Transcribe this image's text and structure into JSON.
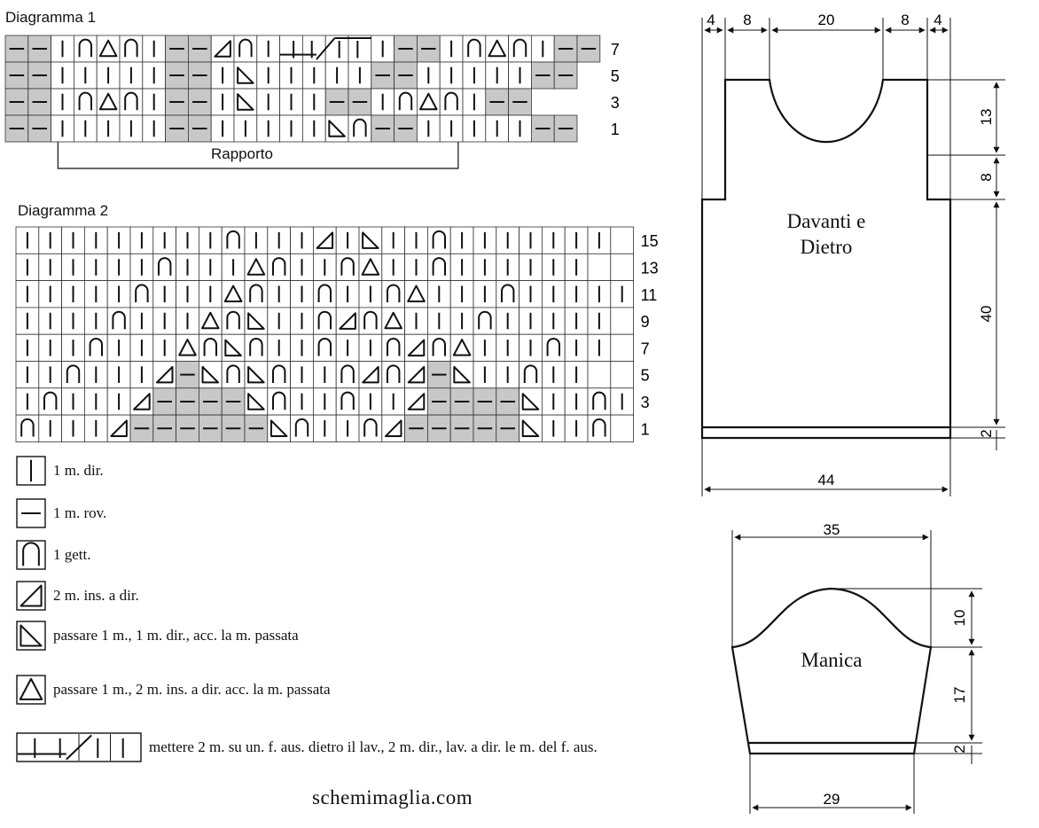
{
  "diagram1": {
    "title": "Diagramma 1",
    "repeat_label": "Rapporto",
    "row_numbers": [
      "7",
      "5",
      "3",
      "1"
    ],
    "rows": [
      "pp|ydy|pp/y|CCCC|pp|ydy|pp",
      "pp|||||pp|\\|||||pp|||||pp",
      "pp|ydy|pp|\\|||pp|ydy|pp",
      "pp|||||pp|||||\\ypp|||||pp"
    ]
  },
  "diagram2": {
    "title": "Diagramma 2",
    "row_numbers": [
      "15",
      "13",
      "11",
      "9",
      "7",
      "5",
      "3",
      "1"
    ],
    "rows": [
      "|||||||||y|||/|\\||y|||||||",
      "||||||y|||dy||yd||y||||||",
      "|||||y|||dy||y||yd|||y|||||",
      "||||y|||dy\\||y/yd|||y|||||",
      "|||y|||dy\\y||y||y/yd|||y||",
      "||y|||/-\\y\\y||y/y/-\\||y||",
      "|y|||/----\\y||y||/----\\||y|",
      "y|||/------\\y||y/-----\\||y"
    ]
  },
  "legend": [
    {
      "symbol": "knit",
      "text": "1 m. dir."
    },
    {
      "symbol": "purl",
      "text": "1 m. rov."
    },
    {
      "symbol": "yarn-over",
      "text": "1 gett."
    },
    {
      "symbol": "k2tog",
      "text": "2 m. ins. a dir."
    },
    {
      "symbol": "ssk",
      "text": "passare 1 m., 1 m. dir., acc. la m. passata"
    },
    {
      "symbol": "sk2p",
      "text": "passare 1 m., 2 m. ins. a dir. acc. la m. passata"
    },
    {
      "symbol": "cable",
      "text": "mettere 2 m. su un. f. aus. dietro il lav., 2 m. dir., lav. a dir. le m. del f. aus."
    }
  ],
  "body_schematic": {
    "label_line1": "Davanti e",
    "label_line2": "Dietro",
    "top_dims": [
      "4",
      "8",
      "20",
      "8",
      "4"
    ],
    "right_dims": [
      "13",
      "8",
      "40",
      "2"
    ],
    "bottom_dim": "44"
  },
  "sleeve_schematic": {
    "label": "Manica",
    "top_dim": "35",
    "right_dims": [
      "10",
      "17",
      "2"
    ],
    "bottom_dim": "29"
  },
  "footer": "schemimaglia.com"
}
